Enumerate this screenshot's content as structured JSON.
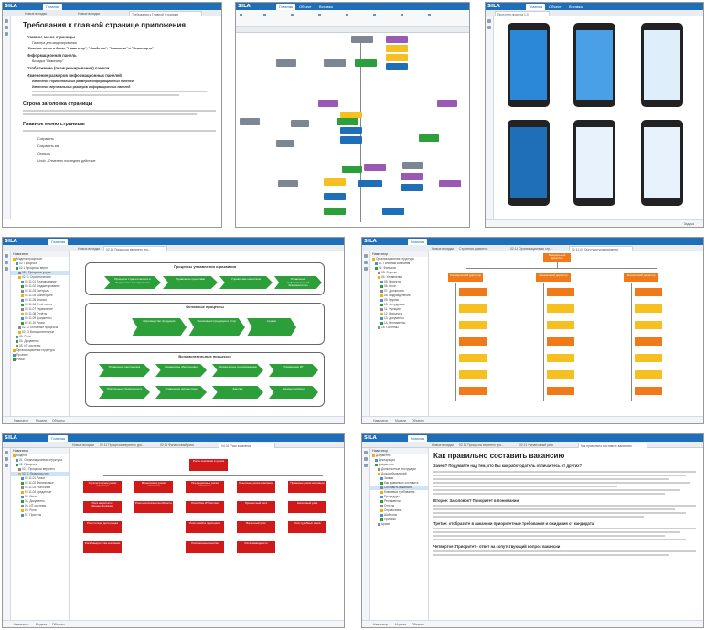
{
  "app": {
    "logo": "SILA",
    "ribbon_tabs": [
      "Главная",
      "Объект",
      "Вставка"
    ]
  },
  "s1": {
    "tabs": [
      "Новые вкладки",
      "Новые вкладки",
      "Требования к Главной Странице"
    ],
    "title": "Требования к главной странице приложения",
    "bullets": [
      "Главное меню страницы",
      "Палитра для моделирования",
      "Боковое меню в блоке \"Навигатор\", \"Свойства\", \"Символы\" и \"Невы-карта\"",
      "Информационная панель",
      "Вкладка \"Навигатор\"",
      "Отображение (позиционирования) панели",
      "Изменение размеров информационных панелей",
      "Изменение горизонтальных размеров информационных панелей",
      "Изменение вертикальных размеров информационных панелей"
    ],
    "h2a": "Строка заголовка страницы",
    "h2b": "Главное меню страницы",
    "menu_items": [
      "Сохранить",
      "Сохранить как",
      "Открыть",
      "Undo - Отменить последнее действие"
    ]
  },
  "s2": {
    "tab": "Главная"
  },
  "s3": {
    "tab": "Главная",
    "tab2": "Объект",
    "tab3": "Вставка",
    "doc_tab": "Прототип проекта 1.0",
    "status": "Задача"
  },
  "s4": {
    "tabs": [
      "Новые вкладки",
      "02.11 Процессы верхнего уро..."
    ],
    "tree_header": "Навигатор",
    "tree": [
      "Модель процессов",
      "02. Процессы",
      "02.1 Процессы верхн",
      "02.1 Процессы управ",
      "02.11 Стратегическое",
      "02.11.01 Планирование",
      "02.11.02 Бюджетирование",
      "02.11.03 Контроль",
      "02.11.04 Мониторинг",
      "02.11.05 Анализ",
      "02.11.06 Отчётность",
      "02.11.07 Управление",
      "02.11.08 Отчёты",
      "02.11.09 Документы",
      "02.11.10 Риски",
      "02.12 Основные процессы",
      "02.13 Вспомогательные",
      "03. Роли",
      "04. Документы",
      "05. ИТ-системы",
      "Организационная структура",
      "Проекты",
      "Риски"
    ],
    "groups": [
      "Процессы управления и развития",
      "Основные процессы",
      "Вспомогательные процессы"
    ],
    "row1": [
      "Процессы стратегического и бюджетного планирования",
      "Управление проектами",
      "Управление качеством",
      "Управление информационной безопасностью"
    ],
    "row2": [
      "Производство продукции",
      "Реализация продукции и услуг",
      "Сервис"
    ],
    "row3a": [
      "Управление персоналом",
      "Финансовое обеспечение",
      "Юридическое сопровождение",
      "Управление ИТ"
    ],
    "row3b": [
      "Обеспечение безопасности",
      "Управление имуществом",
      "Закупки",
      "Документооборот"
    ],
    "status": [
      "Навигатор",
      "Модели",
      "Объекты"
    ]
  },
  "s5": {
    "tabs": [
      "Новые вкладки",
      "Стратегия развития",
      "02.11 Организационная стр...",
      "02.11.01 Оргструктура компании"
    ],
    "tree_header": "Навигатор",
    "tree": [
      "Организационная структура",
      "01. Головная компания",
      "02. Филиалы",
      "03. Отделы",
      "04. Управления",
      "05. Проекты",
      "06. Роли",
      "07. Должности",
      "08. Подразделения",
      "09. Группы",
      "10. Сотрудники",
      "11. Функции",
      "12. Процессы",
      "13. Документы",
      "14. Регламенты",
      "15. Системы"
    ],
    "root": "Генеральный директор",
    "level1": [
      "Коммерческий директор",
      "Финансовый директор",
      "Технический директор"
    ],
    "status": [
      "Навигатор",
      "Модели",
      "Объекты"
    ]
  },
  "s6": {
    "tabs": [
      "Новые вкладки",
      "02.11 Процессы верхнего уро...",
      "02.11 Финансовый риск",
      "04.01 Риск компании"
    ],
    "tree_header": "Навигатор",
    "tree": [
      "Модели",
      "01. Организационная структура",
      "02. Процессы",
      "02.1 Процессы верхнего",
      "02.11 Процессы упр",
      "02.11.01 Риски",
      "02.11.02 Финансовые",
      "02.11.03 Рыночные",
      "02.11.04 Кредитные",
      "03. Риски",
      "04. Документы",
      "05. ИТ-системы",
      "06. Роли",
      "07. Проекты"
    ],
    "root": "Риски компании в целом",
    "cols": [
      [
        "Стратегические риски компании",
        "Риск недостатка финансирования",
        "Риск потери доли рынка",
        "Риск банкротства компании"
      ],
      [
        "Финансовые риски компании",
        "Риск неплатёжеспособности"
      ],
      [
        "Операционные риски компании",
        "Риск сбоя ИТ-систем",
        "Риск ошибок персонала",
        "Риск мошенничества"
      ],
      [
        "Рыночные риски компании",
        "Процентный риск",
        "Валютный риск",
        "Риск ликвидности"
      ],
      [
        "Правовые риски компании",
        "Налоговый риск",
        "Риск судебных исков"
      ]
    ],
    "status": [
      "Навигатор",
      "Модели",
      "Объекты"
    ]
  },
  "s7": {
    "tabs": [
      "Новые вкладки",
      "02.11 Процессы верхнего уро...",
      "02.11 Финансовый риск",
      "Как правильно составить вакансию"
    ],
    "tree_header": "Навигатор",
    "tree": [
      "Документы",
      "Декларации",
      "Документы",
      "Должностные инструкции",
      "Доска объявлений",
      "Заявки",
      "Как правильно составить",
      "Составить вакансию",
      "Ключевые требования",
      "Процедуры",
      "Регламенты",
      "Отчёты",
      "Справочники",
      "Шаблоны",
      "Приказы",
      "Архив"
    ],
    "title": "Как правильно составить вакансию",
    "q1": "Зачем? Подумайте над тем, что Вы как работодатель отличаетесь от других?",
    "h2": "Второе: Заголовок? Приоритет в понимании",
    "h3": "Третье: отобразите в вакансии приоритетные требования и ожидания от кандидата",
    "h4": "Четвертое: Приоритет - ответ на сопутствующий вопрос вакансии",
    "status": [
      "Навигатор",
      "Модели",
      "Объекты"
    ]
  },
  "colors": {
    "brand": "#1e6fb8",
    "green": "#2c9e3a",
    "orange": "#f07a1a",
    "yellow": "#f5c020",
    "red": "#d21919",
    "purple": "#9b59b6"
  }
}
